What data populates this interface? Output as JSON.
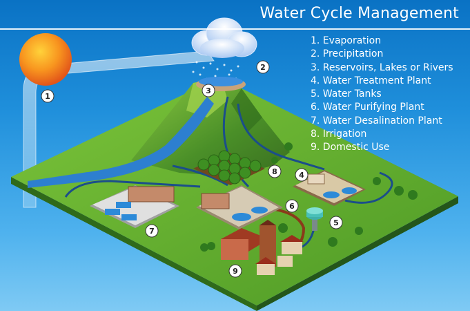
{
  "title": "Water Cycle Management",
  "legend": [
    "1. Evaporation",
    "2. Precipitation",
    "3. Reservoirs, Lakes or Rivers",
    "4. Water Treatment Plant",
    "5. Water Tanks",
    "6. Water Purifying Plant",
    "7. Water Desalination Plant",
    "8. Irrigation",
    "9. Domestic Use"
  ],
  "markers": [
    "1",
    "2",
    "3",
    "4",
    "5",
    "6",
    "7",
    "8",
    "9"
  ],
  "colors": {
    "sky_top": "#0a72c4",
    "sky_bottom": "#7fcaf4",
    "grass": "#5fae2c",
    "mountain": "#4f9a2c",
    "water": "#2d7fd0",
    "pipe": "#1b4e8a",
    "sun": "#f0701a",
    "roof": "#8a2e1c"
  }
}
